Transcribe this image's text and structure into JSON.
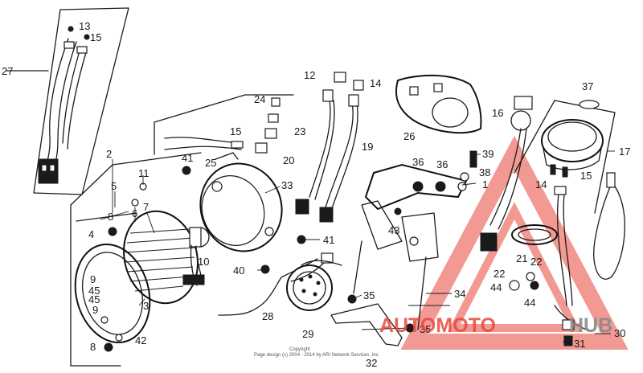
{
  "callouts": [
    "1",
    "2",
    "3",
    "4",
    "5",
    "6",
    "7",
    "8",
    "9",
    "10",
    "11",
    "12",
    "13",
    "14",
    "15",
    "16",
    "17",
    "19",
    "20",
    "21",
    "22",
    "23",
    "24",
    "25",
    "26",
    "27",
    "28",
    "29",
    "30",
    "31",
    "32",
    "33",
    "34",
    "35",
    "36",
    "37",
    "38",
    "39",
    "40",
    "41",
    "42",
    "43",
    "44",
    "45"
  ],
  "labels": {
    "n1": "1",
    "n2": "2",
    "n3": "3",
    "n4": "4",
    "n5": "5",
    "n6": "6",
    "n7": "7",
    "n8a": "8",
    "n8b": "8",
    "n9a": "9",
    "n9b": "9",
    "n10": "10",
    "n11": "11",
    "n12": "12",
    "n13": "13",
    "n14a": "14",
    "n14b": "14",
    "n15a": "15",
    "n15b": "15",
    "n15c": "15",
    "n16": "16",
    "n17": "17",
    "n19": "19",
    "n20": "20",
    "n21": "21",
    "n22a": "22",
    "n22b": "22",
    "n23": "23",
    "n24": "24",
    "n25": "25",
    "n26": "26",
    "n27": "27",
    "n28": "28",
    "n29": "29",
    "n30": "30",
    "n31": "31",
    "n32": "32",
    "n33": "33",
    "n34": "34",
    "n35a": "35",
    "n35b": "35",
    "n36a": "36",
    "n36b": "36",
    "n37": "37",
    "n38": "38",
    "n39": "39",
    "n40": "40",
    "n41a": "41",
    "n41b": "41",
    "n42": "42",
    "n43": "43",
    "n44a": "44",
    "n44b": "44",
    "n45a": "45",
    "n45b": "45"
  },
  "watermark": {
    "text_red": "AUTOMOTO",
    "text_grey": "HUB",
    "color_red": "#e8463c",
    "color_grey": "#8a8a8a",
    "color_orange": "#f5a623"
  },
  "copyright": {
    "line1": "Copyright",
    "line2": "Page design (c) 2004 - 2014 by ARI Network Services, Inc."
  }
}
